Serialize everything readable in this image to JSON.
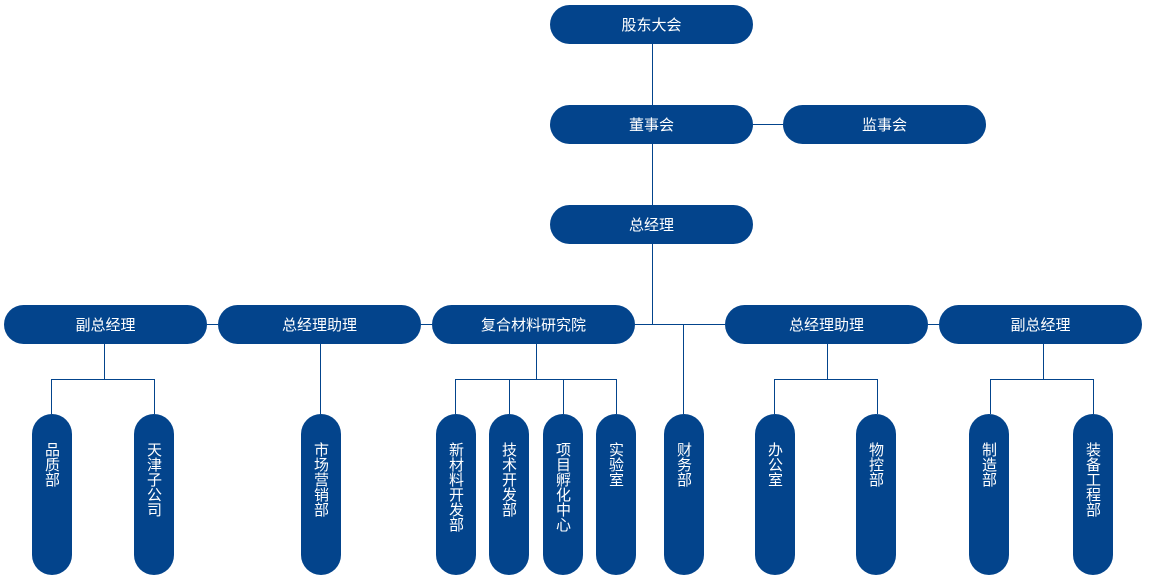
{
  "colors": {
    "node": "#03448c",
    "text": "#ffffff"
  },
  "chart": {
    "top": "股东大会",
    "board": "董事会",
    "supervisory": "监事会",
    "gm": "总经理",
    "level2": [
      {
        "label": "副总经理",
        "children": [
          "品质部",
          "天津子公司"
        ]
      },
      {
        "label": "总经理助理",
        "children": [
          "市场营销部"
        ]
      },
      {
        "label": "复合材料研究院",
        "children": [
          "新材料开发部",
          "技术开发部",
          "项目孵化中心",
          "实验室"
        ]
      },
      {
        "label": "财务部",
        "direct": true
      },
      {
        "label": "总经理助理",
        "children": [
          "办公室",
          "物控部"
        ]
      },
      {
        "label": "副总经理",
        "children": [
          "制造部",
          "装备工程部"
        ]
      }
    ]
  }
}
